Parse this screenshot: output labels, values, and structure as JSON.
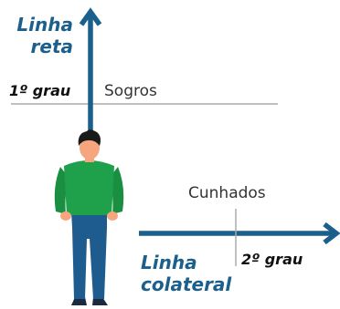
{
  "vertical_axis": {
    "label_line1": "Linha",
    "label_line2": "reta"
  },
  "horizontal_axis": {
    "label_line1": "Linha",
    "label_line2": "colateral"
  },
  "first_degree": {
    "degree_label": "1º grau",
    "relative_label": "Sogros"
  },
  "second_degree": {
    "degree_label": "2º grau",
    "relative_label": "Cunhados"
  },
  "colors": {
    "arrow": "#1b5f8c",
    "title_text": "#1b5f8c",
    "shirt": "#1fa04a",
    "pants": "#1e5c8f",
    "skin": "#f6a57f",
    "hair": "#1a1a1a",
    "divider": "#aaaaaa"
  }
}
